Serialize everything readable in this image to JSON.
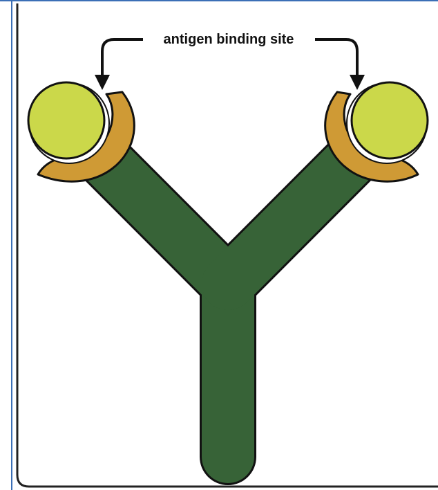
{
  "diagram": {
    "label": "antigen binding site",
    "colors": {
      "background": "#ffffff",
      "frame_outer": "#3b6fb6",
      "frame_inner": "#222222",
      "antibody_body": "#376337",
      "antigen": "#cbd84a",
      "binding_site": "#cf9a35",
      "outline": "#111111",
      "arrow": "#111111"
    },
    "icons": {
      "antibody": "y-shaped-antibody",
      "antigen": "antigen-circle",
      "binding_site": "binding-cup",
      "arrow": "arrow-down"
    }
  }
}
